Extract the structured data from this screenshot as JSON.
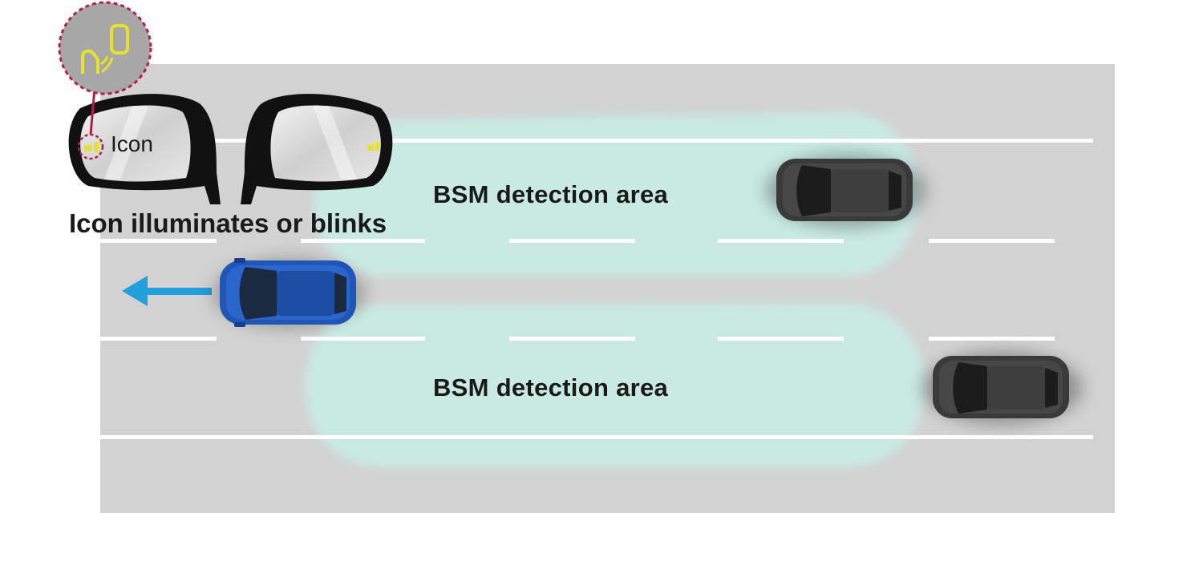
{
  "labels": {
    "upper_zone": "BSM detection area",
    "lower_zone": "BSM detection area",
    "caption": "Icon illuminates or blinks",
    "mirror_icon": "Icon"
  },
  "colors": {
    "road": "#d2d2d2",
    "lane_marking": "#ffffff",
    "detection_zone": "#c7ede3",
    "ego_car": "#1f56b8",
    "other_car": "#3a3a3a",
    "direction_arrow": "#22a0dc",
    "indicator_icon": "#e6e22a",
    "callout_outline": "#b0204a"
  },
  "icons": {
    "mirror_indicator": "bsm-indicator-icon",
    "direction": "arrow-left-icon"
  }
}
